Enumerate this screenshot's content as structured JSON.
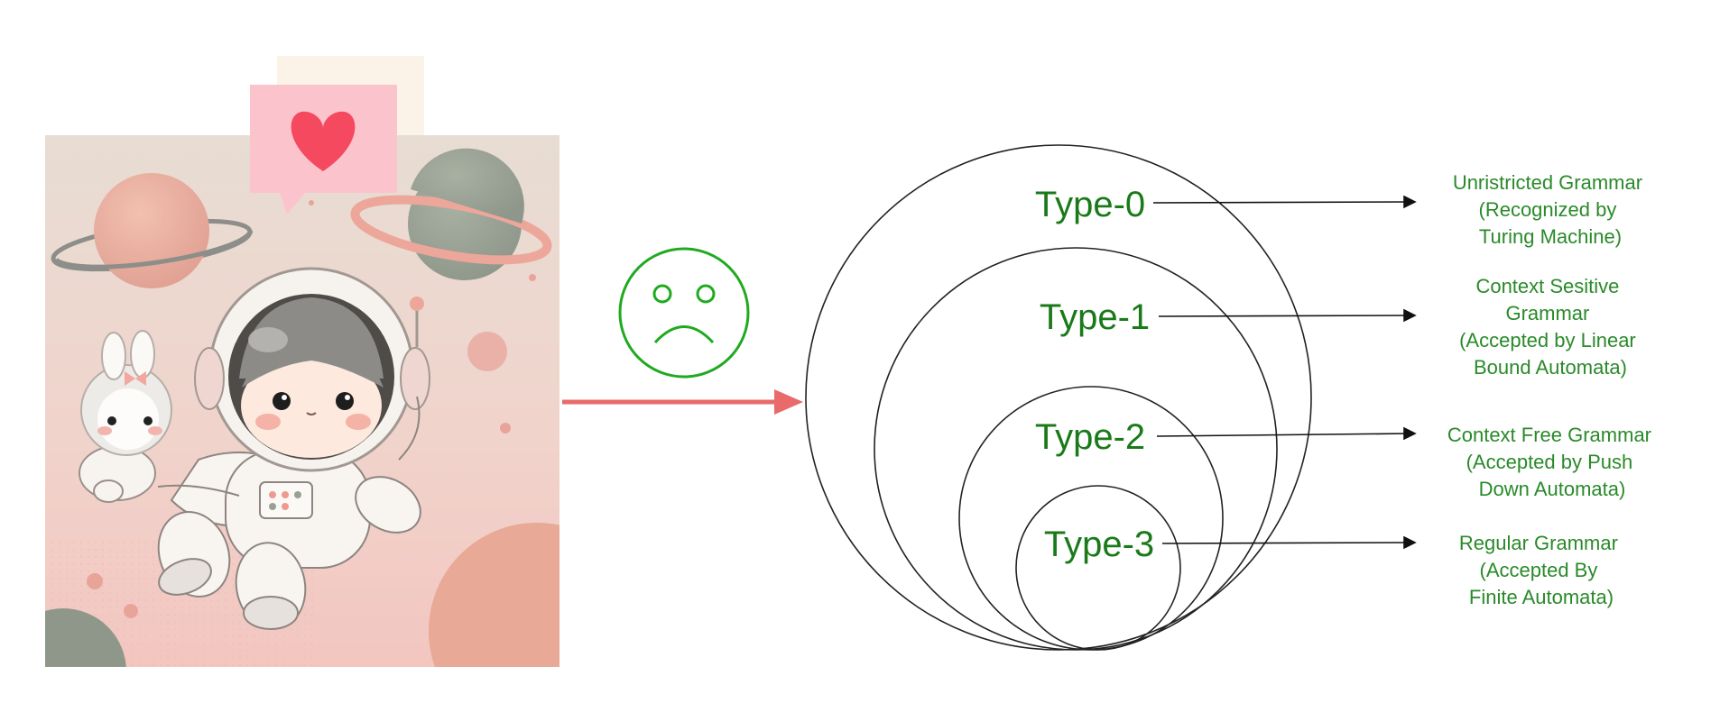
{
  "illustration": {
    "subject": "astronaut-with-bunny-illustration",
    "background_color": "#e9ded6",
    "heart_color": "#f4495f",
    "bubble_color": "#fbc4cc"
  },
  "reaction": {
    "icon": "sad-face-icon",
    "color": "#1faa1f"
  },
  "connector": {
    "color": "#e96a6a"
  },
  "diagram": {
    "levels": [
      {
        "type": "Type-0",
        "description": [
          "Unristricted Grammar",
          "(Recognized by",
          "Turing Machine)"
        ]
      },
      {
        "type": "Type-1",
        "description": [
          "Context Sesitive",
          "Grammar",
          "(Accepted by Linear",
          "Bound Automata)"
        ]
      },
      {
        "type": "Type-2",
        "description": [
          "Context Free Grammar",
          "(Accepted by Push",
          "Down Automata)"
        ]
      },
      {
        "type": "Type-3",
        "description": [
          "Regular Grammar",
          "(Accepted By",
          "Finite Automata)"
        ]
      }
    ],
    "label_color": "#1a7a1a",
    "description_color": "#2a8a2a",
    "circle_color": "#222222"
  }
}
